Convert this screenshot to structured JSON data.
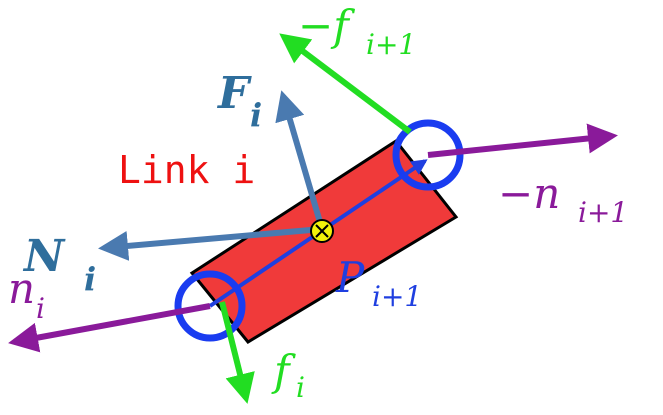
{
  "colors": {
    "link_fill": "#f03a3a",
    "link_outline": "#000000",
    "link_axis": "#1f3fe0",
    "joint_circle": "#1a3cf0",
    "force_f": "#22dd22",
    "moment_n": "#8a1a9a",
    "resultant": "#4a7ab0",
    "center_mark": "#f2f20a",
    "link_label": "#ee1111"
  },
  "labels": {
    "link": "Link i",
    "F": "F",
    "F_sub": "i",
    "N": "N",
    "N_sub": "i",
    "n": "n",
    "n_sub": "i",
    "neg_n_next": "−n",
    "neg_n_next_sub": "i+1",
    "neg_f_next": "−f",
    "neg_f_next_sub": "i+1",
    "f": "f",
    "f_sub": "i",
    "P": "P",
    "P_sub": "i+1"
  }
}
